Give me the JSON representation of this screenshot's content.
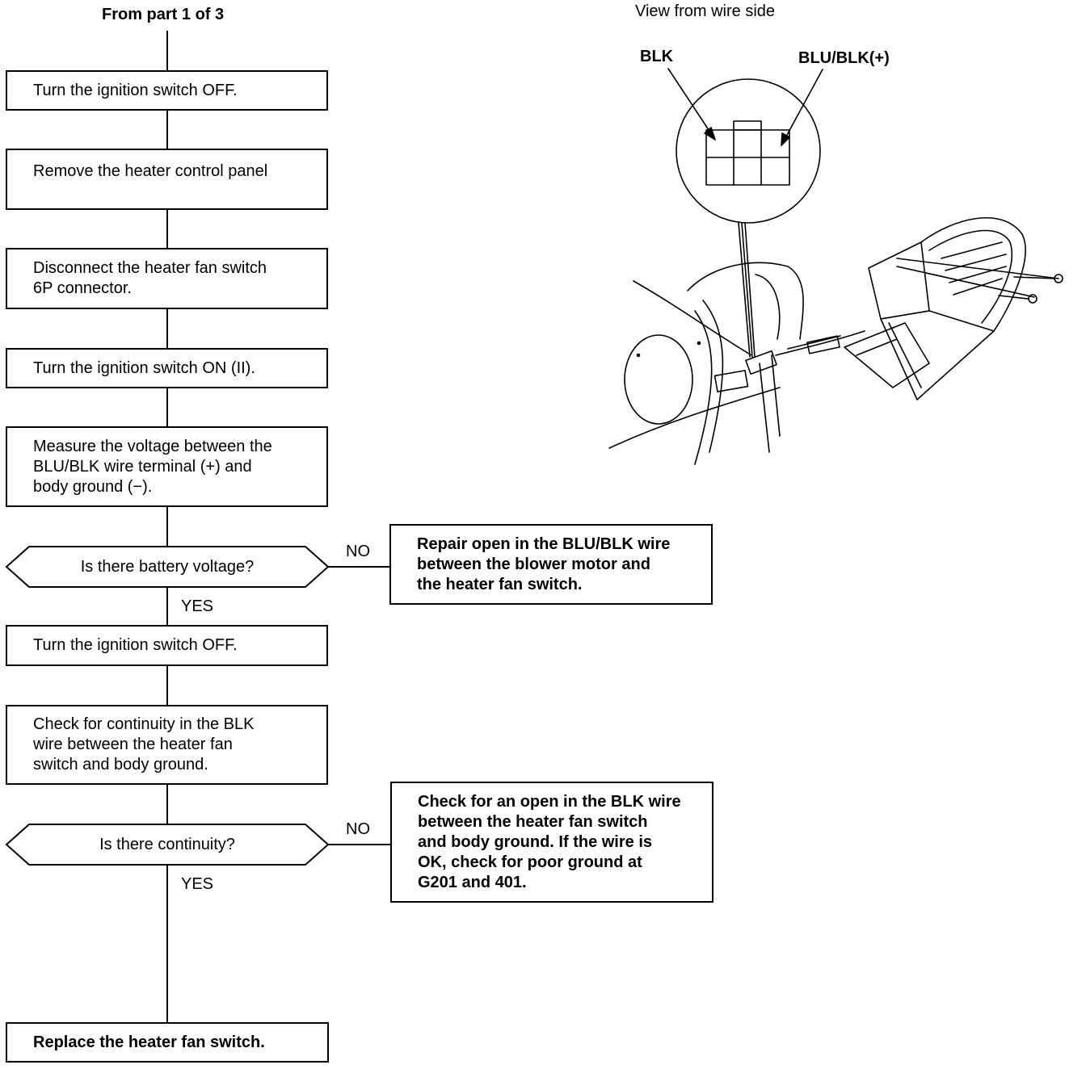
{
  "flowchart": {
    "start_label": "From part 1 of 3",
    "steps": [
      "Turn the ignition switch OFF.",
      "Remove the heater control panel",
      "Disconnect the heater fan switch\n6P connector.",
      "Turn the ignition switch ON (II).",
      "Measure the voltage between the\nBLU/BLK wire terminal (+) and\nbody ground (−).",
      "Turn the ignition switch OFF.",
      "Check for continuity in the BLK\nwire between the heater fan\nswitch and body ground."
    ],
    "decisions": [
      {
        "question": "Is there battery voltage?",
        "no_label": "NO",
        "yes_label": "YES",
        "no_result": "Repair open in the BLU/BLK wire\nbetween the blower motor and\nthe heater fan switch."
      },
      {
        "question": "Is there continuity?",
        "no_label": "NO",
        "yes_label": "YES",
        "no_result": "Check for an open in the BLK wire\nbetween the heater fan switch\nand body ground. If the wire is\nOK, check for poor ground at\nG201 and 401."
      }
    ],
    "end_step": "Replace the heater fan switch."
  },
  "illustration": {
    "view_label": "View from wire side",
    "label_blk": "BLK",
    "label_blu_blk": "BLU/BLK(+)"
  }
}
